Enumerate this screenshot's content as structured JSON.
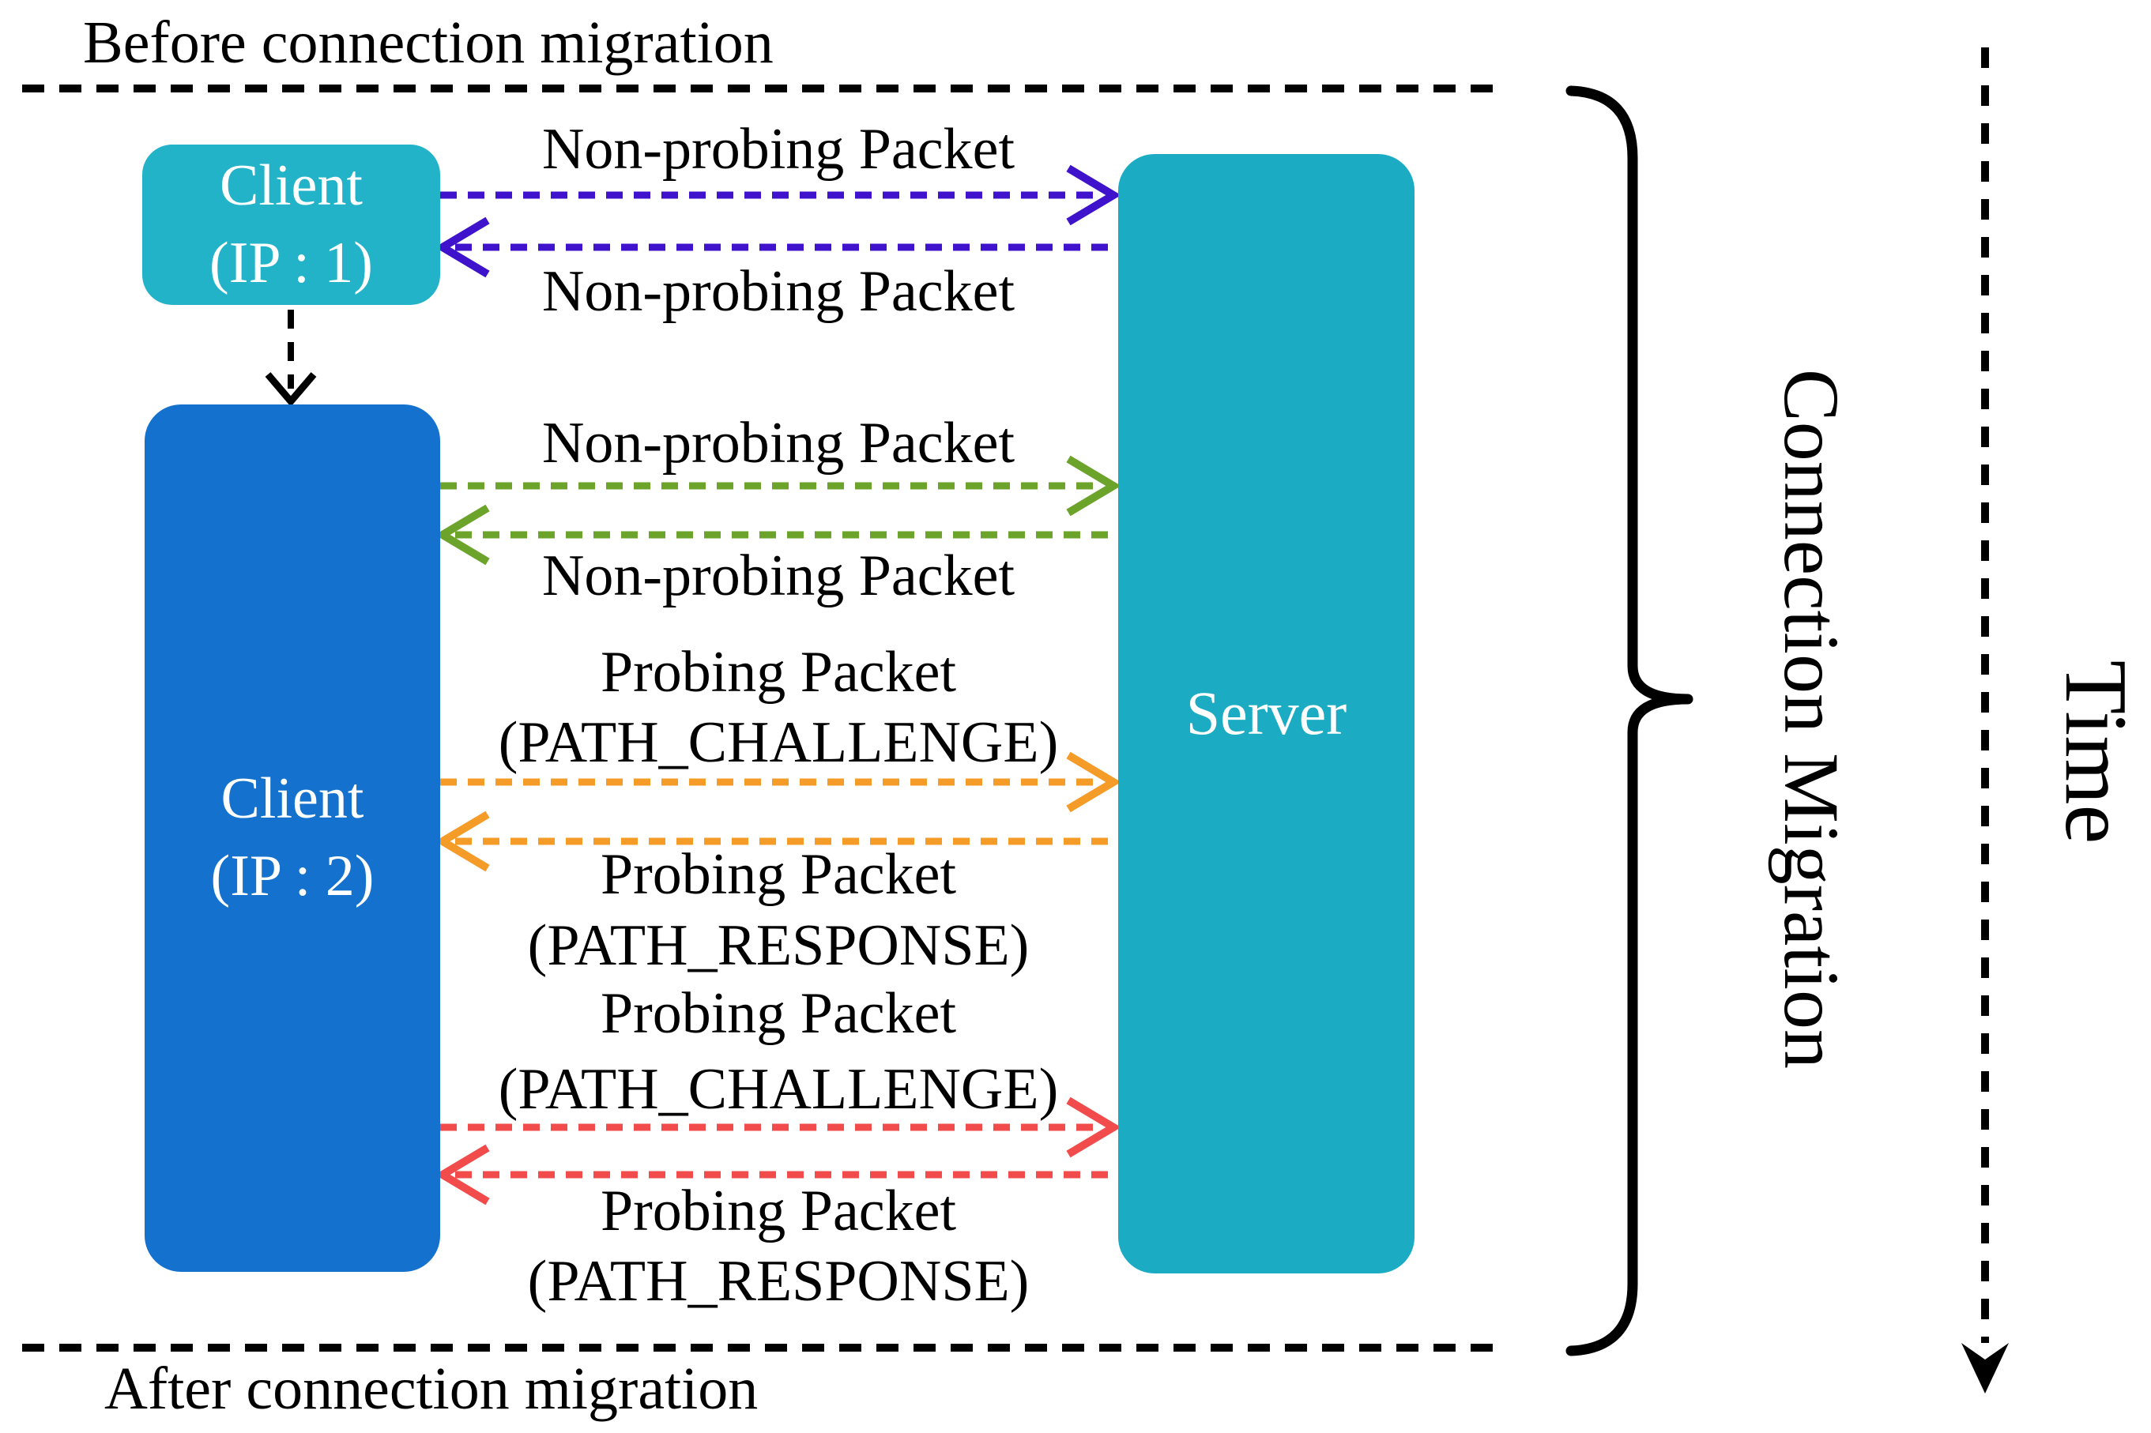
{
  "diagram": {
    "phase_before_label": "Before connection migration",
    "phase_after_label": "After connection migration",
    "brace_label": "Connection Migration",
    "time_axis_label": "Time",
    "nodes": {
      "client1": {
        "line1": "Client",
        "line2": "(IP : 1)",
        "color": "#22b3c9"
      },
      "client2": {
        "line1": "Client",
        "line2": "(IP : 2)",
        "color": "#1472ce"
      },
      "server": {
        "label": "Server",
        "color": "#1bacc4"
      }
    },
    "messages": [
      {
        "label": "Non-probing Packet",
        "direction": "client-to-server",
        "color": "#3e13cb"
      },
      {
        "label": "Non-probing Packet",
        "direction": "server-to-client",
        "color": "#3e13cb"
      },
      {
        "label": "Non-probing Packet",
        "direction": "client-to-server",
        "color": "#6ca32b"
      },
      {
        "label": "Non-probing Packet",
        "direction": "server-to-client",
        "color": "#6ca32b"
      },
      {
        "label": "Probing Packet",
        "sublabel": "(PATH_CHALLENGE)",
        "direction": "client-to-server",
        "color": "#f59b28"
      },
      {
        "label": "Probing Packet",
        "sublabel": "(PATH_RESPONSE)",
        "direction": "server-to-client",
        "color": "#f59b28"
      },
      {
        "label": "Probing Packet",
        "sublabel": "(PATH_CHALLENGE)",
        "direction": "client-to-server",
        "color": "#f24b4b"
      },
      {
        "label": "Probing Packet",
        "sublabel": "(PATH_RESPONSE)",
        "direction": "server-to-client",
        "color": "#f24b4b"
      }
    ],
    "line_color": "#000000"
  }
}
